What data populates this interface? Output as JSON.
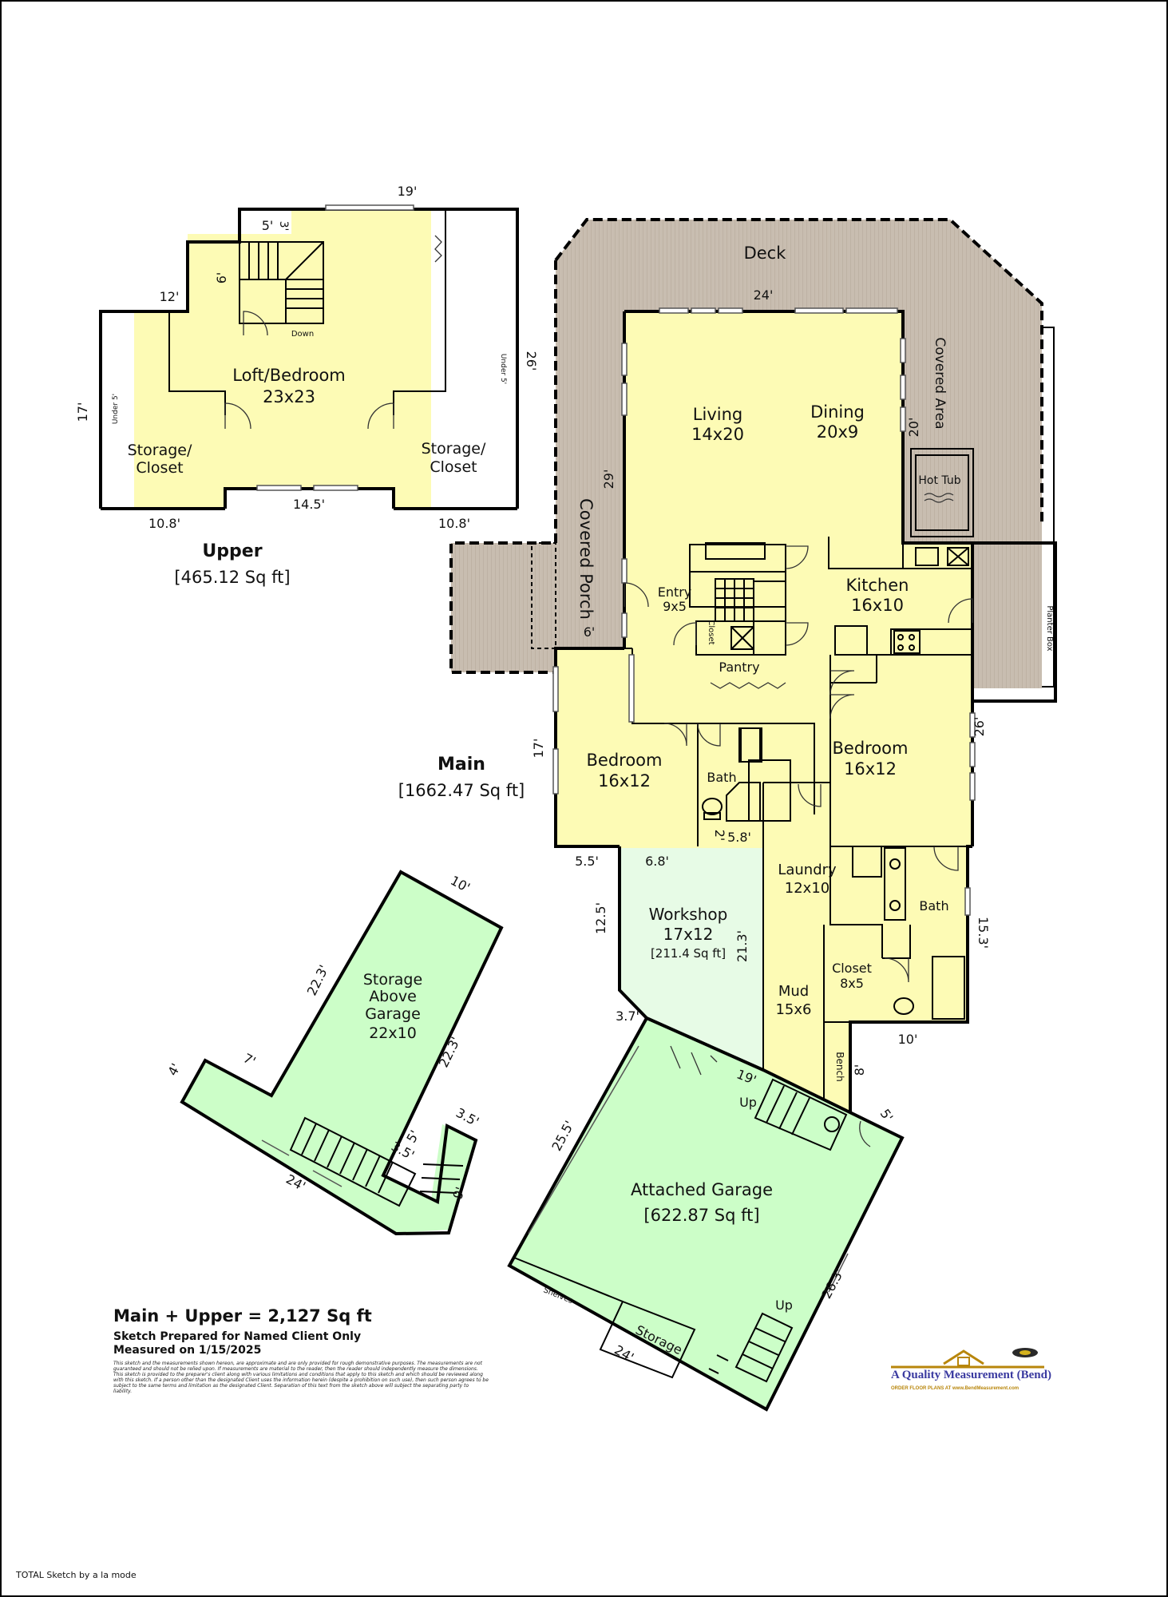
{
  "upper": {
    "title": "Upper",
    "area": "[465.12 Sq ft]",
    "rooms": {
      "loft": {
        "name": "Loft/Bedroom",
        "size": "23x23"
      },
      "storage_left": {
        "line1": "Storage/",
        "line2": "Closet"
      },
      "storage_right": {
        "line1": "Storage/",
        "line2": "Closet"
      }
    },
    "labels": {
      "down": "Down",
      "under_left": "Under 5'",
      "under_right": "Under 5'"
    },
    "dims": {
      "top": "19'",
      "stair_w": "5'",
      "stair_w2": "3'",
      "stair_h": "6'",
      "left_top": "12'",
      "left_side": "17'",
      "right_side": "26'",
      "bottom_left": "10.8'",
      "bottom_mid": "14.5'",
      "bottom_right": "10.8'"
    }
  },
  "main": {
    "title": "Main",
    "area": "[1662.47 Sq ft]",
    "rooms": {
      "deck": {
        "name": "Deck"
      },
      "covered_area": {
        "name": "Covered Area"
      },
      "covered_porch": {
        "name": "Covered Porch"
      },
      "living": {
        "name": "Living",
        "size": "14x20"
      },
      "dining": {
        "name": "Dining",
        "size": "20x9"
      },
      "hot_tub": {
        "name": "Hot Tub"
      },
      "kitchen": {
        "name": "Kitchen",
        "size": "16x10"
      },
      "entry": {
        "name": "Entry",
        "size": "9x5"
      },
      "closet_small": {
        "name": "Closet"
      },
      "pantry": {
        "name": "Pantry"
      },
      "planter_box": {
        "name": "Planter Box"
      },
      "bedroom_left": {
        "name": "Bedroom",
        "size": "16x12"
      },
      "bath_left": {
        "name": "Bath"
      },
      "bedroom_right": {
        "name": "Bedroom",
        "size": "16x12"
      },
      "laundry": {
        "name": "Laundry",
        "size": "12x10"
      },
      "bath_right": {
        "name": "Bath"
      },
      "closet": {
        "name": "Closet",
        "size": "8x5"
      },
      "mud": {
        "name": "Mud",
        "size": "15x6"
      },
      "bench": {
        "name": "Bench"
      }
    },
    "dims": {
      "deck_top": "24'",
      "living_h": "29'",
      "covered_w": "20'",
      "porch_w": "6'",
      "bedroom_h": "17'",
      "right_h": "26'",
      "bed_bottom": "5.5'",
      "two": "2'",
      "five_eight": "5.8'",
      "bath_side": "15.3'",
      "closet_bottom": "10'",
      "bench_h": "8'"
    }
  },
  "workshop": {
    "name": "Workshop",
    "size": "17x12",
    "area": "[211.4 Sq ft]",
    "dims": {
      "top": "6.8'",
      "left": "12.5'",
      "right": "21.3'",
      "diag": "3.7'"
    }
  },
  "garage": {
    "name": "Attached Garage",
    "area": "[622.87 Sq ft]",
    "labels": {
      "up_top": "Up",
      "up_bottom": "Up",
      "shelves": "Shelves",
      "storage": "Storage"
    },
    "dims": {
      "top": "19'",
      "right_top": "5'",
      "left": "25.5'",
      "right": "26.3'",
      "bottom": "24'"
    }
  },
  "storage_above": {
    "line1": "Storage",
    "line2": "Above",
    "line3": "Garage",
    "size": "22x10",
    "dims": {
      "top": "10'",
      "left": "22.3'",
      "right": "22.3'",
      "short_left": "4'",
      "seven": "7'",
      "bottom": "24'",
      "five": "5'",
      "three_five_a": "3.5'",
      "three_five_b": "3.5'",
      "nine": "9'"
    }
  },
  "summary": {
    "total": "Main + Upper = 2,127 Sq ft",
    "prepared": "Sketch Prepared for Named Client Only",
    "measured": "Measured on 1/15/2025",
    "disclaimer": "This sketch and the measurements shown hereon, are approximate and are only provided for rough demonstrative purposes. The measurements are not guaranteed and should not be relied upon. If measurements are material to the reader, then the reader should independently measure the dimensions. This sketch is provided to the preparer's client along with various limitations and conditions that apply to this sketch and which should be reviewed along with this sketch. If a person other than the designated Client uses the information herein (despite a prohibition on such use), then such person agrees to be subject to the same terms and limitation as the designated Client. Separation of this text from the sketch above will subject the separating party to liability."
  },
  "logo": {
    "name": "A Quality Measurement (Bend)",
    "tagline": "ORDER FLOOR PLANS AT www.BendMeasurement.com"
  },
  "footer": "TOTAL Sketch by a la mode"
}
